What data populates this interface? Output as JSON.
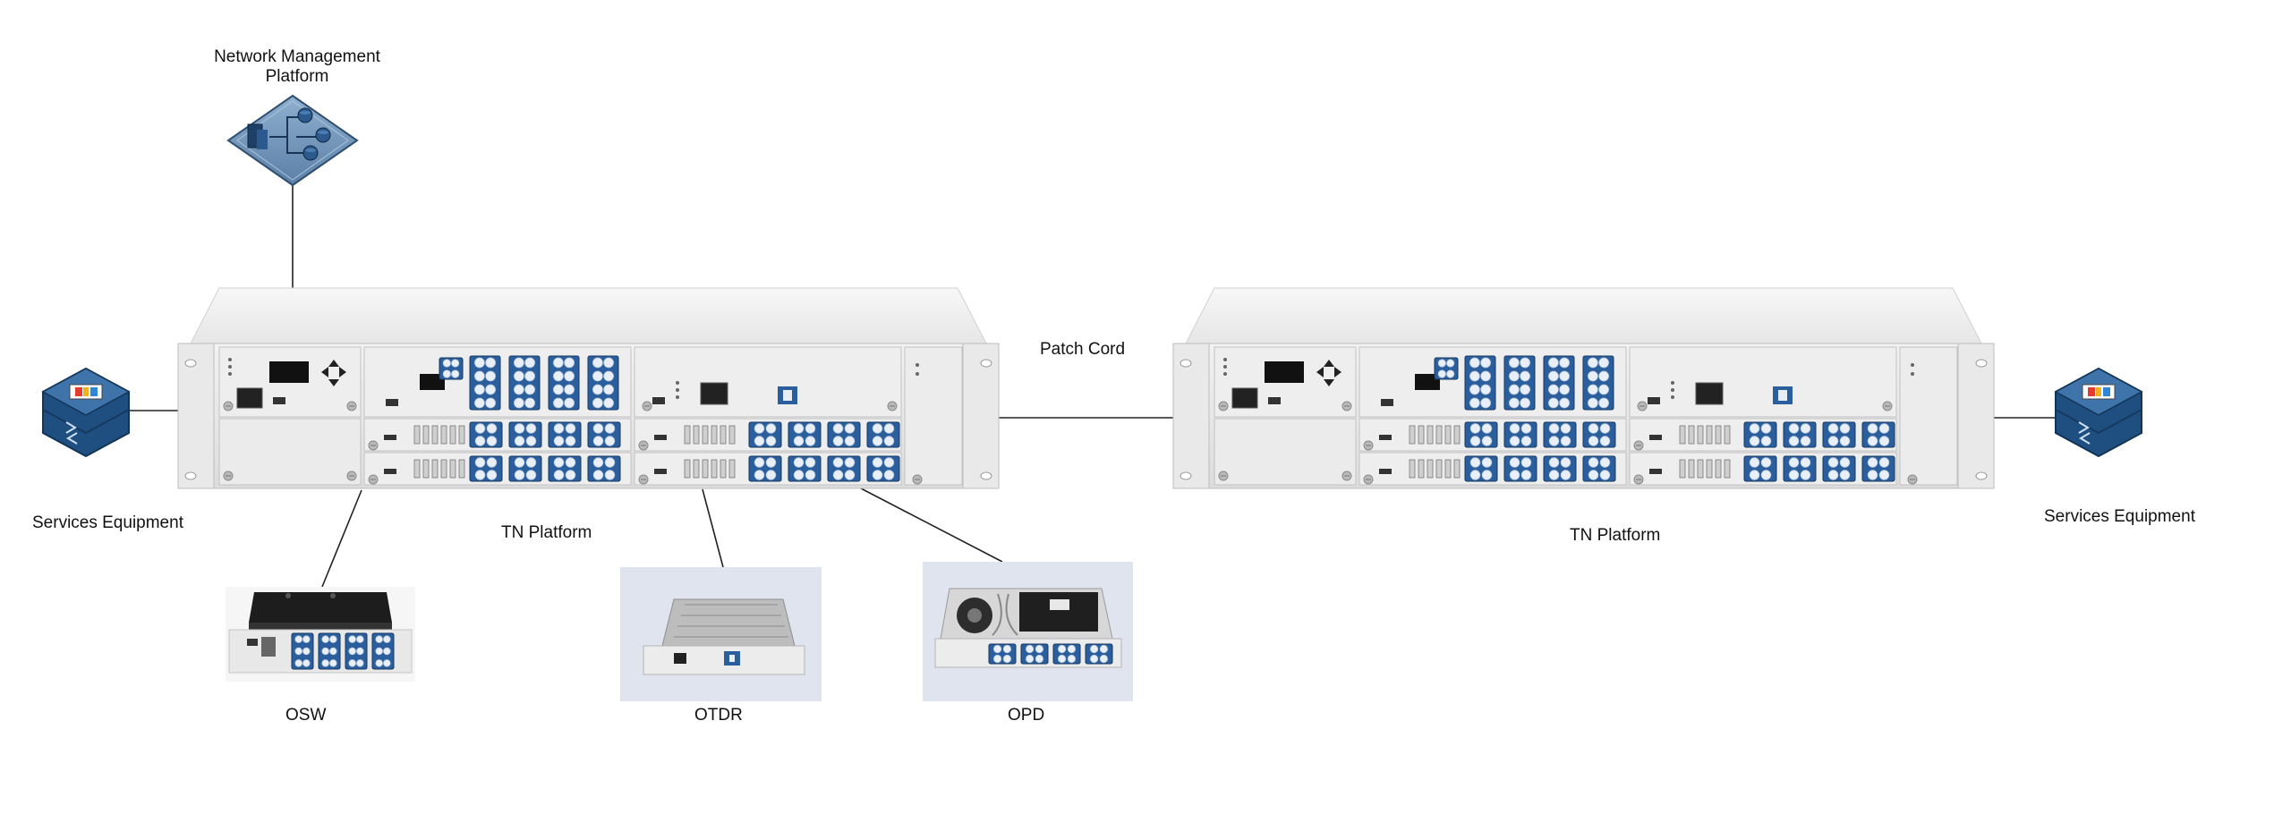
{
  "labels": {
    "nmp_line1": "Network Management",
    "nmp_line2": "Platform",
    "patch_cord": "Patch Cord",
    "services_left": "Services Equipment",
    "services_right": "Services Equipment",
    "tn_left": "TN Platform",
    "tn_right": "TN Platform",
    "osw": "OSW",
    "otdr": "OTDR",
    "opd": "OPD"
  },
  "colors": {
    "port_blue": "#2a5e9c",
    "chassis": "#ececec",
    "chassis_edge": "#bdbdbd",
    "icon_blue": "#6f93b8",
    "switch_blue": "#2b5f96",
    "photo_bg": "#dfe4ef"
  },
  "icons": {
    "nmp": "network-management-icon",
    "switch": "switch-icon"
  }
}
